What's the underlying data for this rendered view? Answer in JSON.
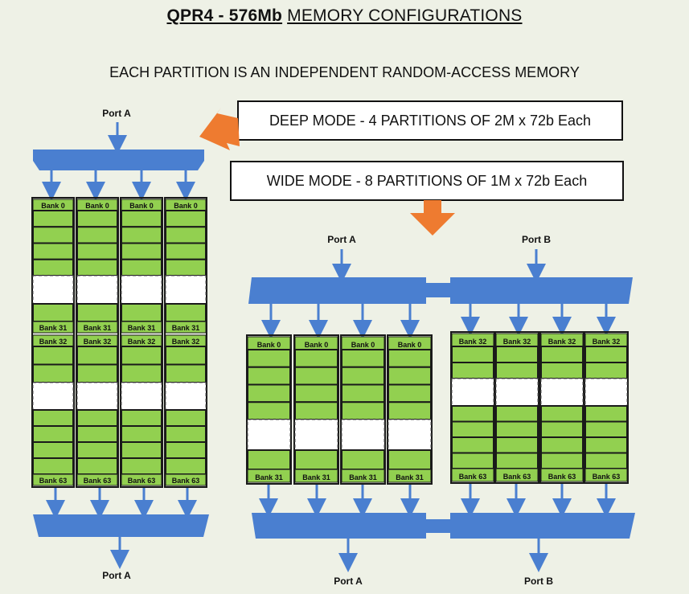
{
  "title": {
    "part1": "QPR4 -  576Mb",
    "part2": "MEMORY  CONFIGURATIONS"
  },
  "subtitle": "EACH PARTITION IS AN INDEPENDENT RANDOM-ACCESS MEMORY",
  "deep_mode": {
    "label": "DEEP MODE - 4 PARTITIONS OF 2M x 72b Each",
    "port_top": "Port A",
    "port_bottom": "Port A",
    "bank_labels": {
      "first": "Bank 0",
      "mid_end": "Bank 31",
      "mid_start": "Bank 32",
      "last": "Bank 63"
    }
  },
  "wide_mode": {
    "label": "WIDE MODE - 8 PARTITIONS OF 1M x 72b Each",
    "port_a_top": "Port A",
    "port_b_top": "Port B",
    "port_a_bottom": "Port A",
    "port_b_bottom": "Port B",
    "a_bank_labels": {
      "first": "Bank 0",
      "last": "Bank 31"
    },
    "b_bank_labels": {
      "first": "Bank 32",
      "last": "Bank 63"
    }
  },
  "colors": {
    "mux": "#4a7fd0",
    "bank": "#92d050",
    "bank_dark": "#1a1a1a",
    "arrow_orange": "#ee7b30"
  }
}
